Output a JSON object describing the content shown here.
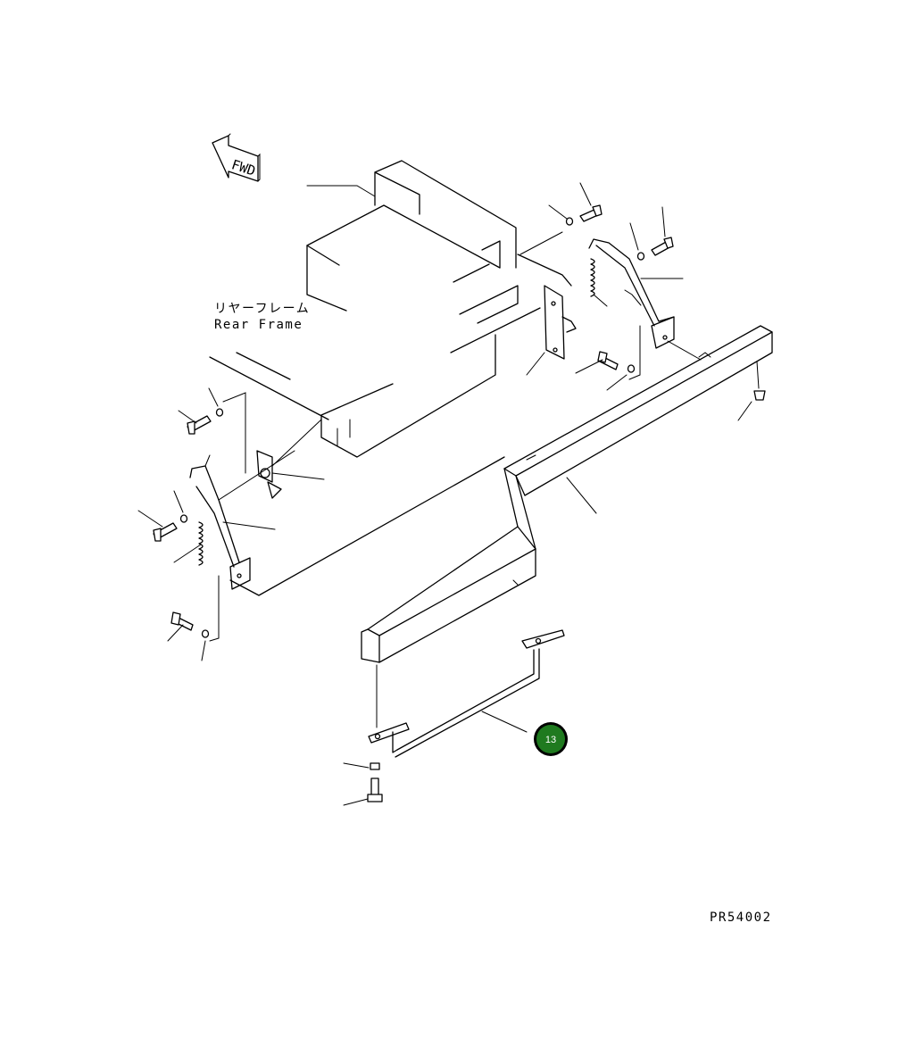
{
  "diagram": {
    "direction_label": "FWD",
    "rear_frame_label_jp": "リヤーフレーム",
    "rear_frame_label_en": "Rear Frame",
    "drawing_number": "PR54002",
    "callout": {
      "number": "13",
      "color": "#1f7a1f"
    }
  }
}
